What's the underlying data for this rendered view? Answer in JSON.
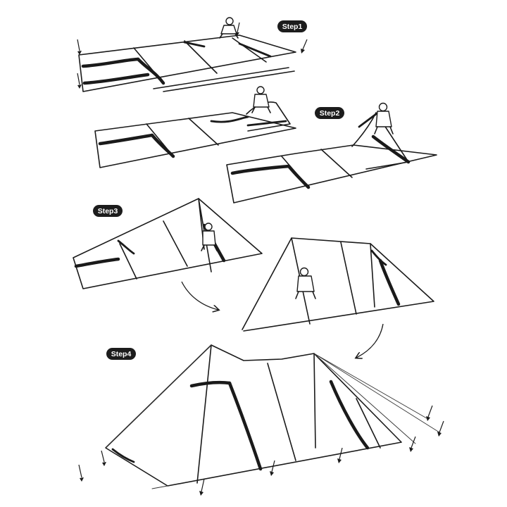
{
  "steps": [
    {
      "label": "Step1"
    },
    {
      "label": "Step2"
    },
    {
      "label": "Step3"
    },
    {
      "label": "Step4"
    }
  ]
}
